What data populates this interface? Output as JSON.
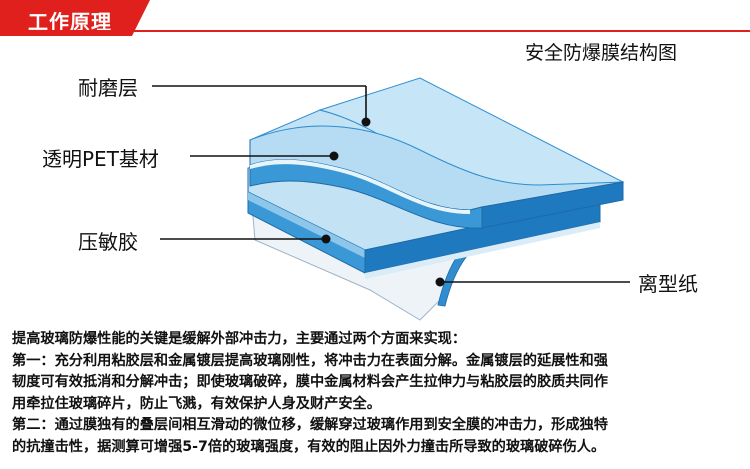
{
  "header": {
    "title": "工作原理"
  },
  "diagram": {
    "title": "安全防爆膜结构图",
    "labels": {
      "wear_layer": "耐磨层",
      "pet_substrate": "透明PET基材",
      "adhesive": "压敏胶",
      "release_paper": "离型纸"
    },
    "colors": {
      "accent_red": "#e0201c",
      "film_top": "#c3e3f5",
      "film_edge": "#2f8dd0",
      "release_paper": "#eef3f8"
    }
  },
  "description": {
    "intro": "提高玻璃防爆性能的关键是缓解外部冲击力，主要通过两个方面来实现：",
    "point1_line1": "第一：充分利用粘胶层和金属镀层提高玻璃刚性，将冲击力在表面分解。金属镀层的延展性和强",
    "point1_line2": "韧度可有效抵消和分解冲击；即使玻璃破碎，膜中金属材料会产生拉伸力与粘胶层的胶质共同作",
    "point1_line3": "用牵拉住玻璃碎片，防止飞溅，有效保护人身及财产安全。",
    "point2_line1": "第二：通过膜独有的叠层间相互滑动的微位移，缓解穿过玻璃作用到安全膜的冲击力，形成独特",
    "point2_line2": "的抗撞击性，据测算可增强5-7倍的玻璃强度，有效的阻止因外力撞击所导致的玻璃破碎伤人。"
  }
}
